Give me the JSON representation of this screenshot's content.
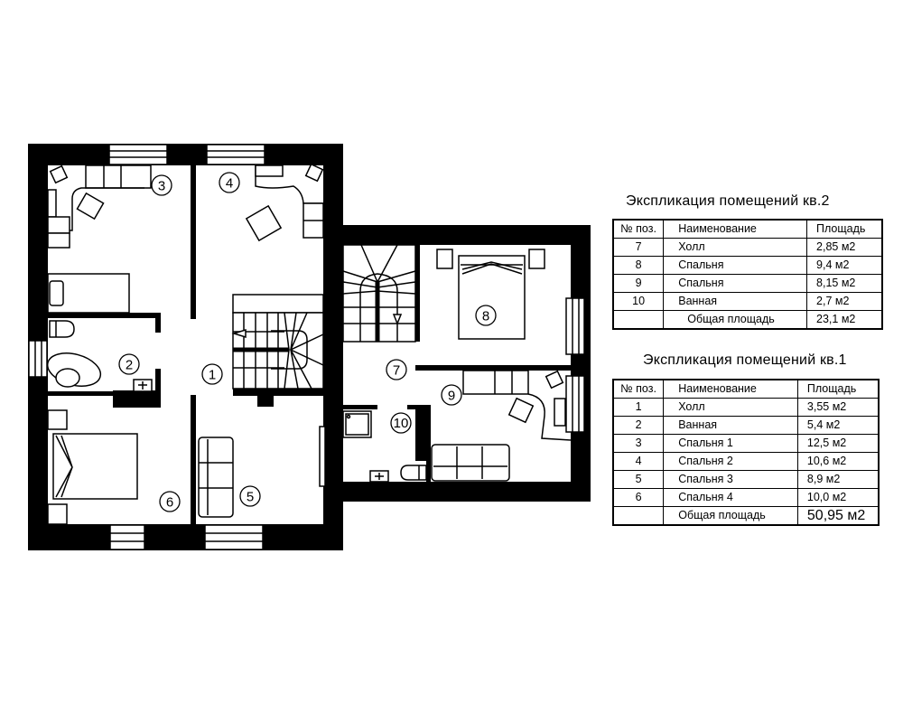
{
  "floor_plan": {
    "rooms": [
      {
        "id": "1",
        "name": "Холл",
        "apartment": "кв.1"
      },
      {
        "id": "2",
        "name": "Ванная",
        "apartment": "кв.1"
      },
      {
        "id": "3",
        "name": "Спальня 1",
        "apartment": "кв.1"
      },
      {
        "id": "4",
        "name": "Спальня 2",
        "apartment": "кв.1"
      },
      {
        "id": "5",
        "name": "Спальня 3",
        "apartment": "кв.1"
      },
      {
        "id": "6",
        "name": "Спальня 4",
        "apartment": "кв.1"
      },
      {
        "id": "7",
        "name": "Холл",
        "apartment": "кв.2"
      },
      {
        "id": "8",
        "name": "Спальня",
        "apartment": "кв.2"
      },
      {
        "id": "9",
        "name": "Спальня",
        "apartment": "кв.2"
      },
      {
        "id": "10",
        "name": "Ванная",
        "apartment": "кв.2"
      }
    ],
    "wall_color": "#000000",
    "background_color": "#ffffff"
  },
  "tables": {
    "apt2": {
      "title": "Экспликация помещений  кв.2",
      "headers": [
        "№ поз.",
        "Наименование",
        "Площадь"
      ],
      "rows": [
        {
          "num": "7",
          "name": "Холл",
          "area": "2,85 м2"
        },
        {
          "num": "8",
          "name": "Спальня",
          "area": "9,4 м2"
        },
        {
          "num": "9",
          "name": "Спальня",
          "area": "8,15 м2"
        },
        {
          "num": "10",
          "name": "Ванная",
          "area": "2,7 м2"
        }
      ],
      "total_label": "Общая площадь",
      "total_area": "23,1 м2"
    },
    "apt1": {
      "title": "Экспликация помещений кв.1",
      "headers": [
        "№ поз.",
        "Наименование",
        "Площадь"
      ],
      "rows": [
        {
          "num": "1",
          "name": "Холл",
          "area": "3,55 м2"
        },
        {
          "num": "2",
          "name": "Ванная",
          "area": "5,4 м2"
        },
        {
          "num": "3",
          "name": "Спальня 1",
          "area": "12,5 м2"
        },
        {
          "num": "4",
          "name": "Спальня 2",
          "area": "10,6 м2"
        },
        {
          "num": "5",
          "name": "Спальня 3",
          "area": "8,9 м2"
        },
        {
          "num": "6",
          "name": "Спальня 4",
          "area": "10,0 м2"
        }
      ],
      "total_label": "Общая площадь",
      "total_area": "50,95 м2"
    }
  }
}
